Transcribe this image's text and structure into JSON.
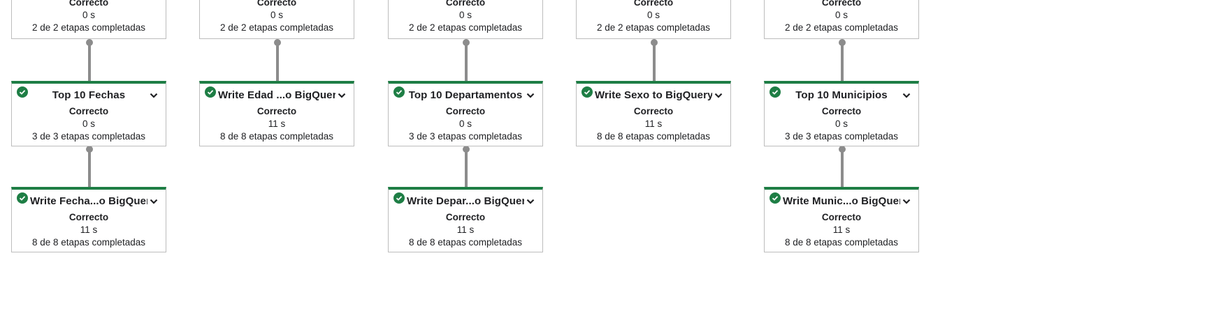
{
  "icons": {
    "status": "check-circle-icon",
    "expand": "chevron-down-icon"
  },
  "colors": {
    "success": "#1e7e45",
    "connector": "#8c8c8c",
    "border": "#bdbdbd"
  },
  "top_cards": [
    {
      "status": "Correcto",
      "duration": "0 s",
      "steps": "2 de 2 etapas completadas"
    },
    {
      "status": "Correcto",
      "duration": "0 s",
      "steps": "2 de 2 etapas completadas"
    },
    {
      "status": "Correcto",
      "duration": "0 s",
      "steps": "2 de 2 etapas completadas"
    },
    {
      "status": "Correcto",
      "duration": "0 s",
      "steps": "2 de 2 etapas completadas"
    },
    {
      "status": "Correcto",
      "duration": "0 s",
      "steps": "2 de 2 etapas completadas"
    }
  ],
  "middle_cards": [
    {
      "title": "Top 10 Fechas",
      "status": "Correcto",
      "duration": "0 s",
      "steps": "3 de 3 etapas completadas"
    },
    {
      "title": "Write Edad ...o BigQuery",
      "status": "Correcto",
      "duration": "11 s",
      "steps": "8 de 8 etapas completadas"
    },
    {
      "title": "Top 10 Departamentos",
      "status": "Correcto",
      "duration": "0 s",
      "steps": "3 de 3 etapas completadas"
    },
    {
      "title": "Write Sexo to BigQuery",
      "status": "Correcto",
      "duration": "11 s",
      "steps": "8 de 8 etapas completadas"
    },
    {
      "title": "Top 10 Municipios",
      "status": "Correcto",
      "duration": "0 s",
      "steps": "3 de 3 etapas completadas"
    }
  ],
  "bottom_cards": [
    {
      "title": "Write Fecha...o BigQuery",
      "status": "Correcto",
      "duration": "11 s",
      "steps": "8 de 8 etapas completadas"
    },
    {
      "title": "Write Depar...o BigQuery",
      "status": "Correcto",
      "duration": "11 s",
      "steps": "8 de 8 etapas completadas"
    },
    {
      "title": "Write Munic...o BigQuery",
      "status": "Correcto",
      "duration": "11 s",
      "steps": "8 de 8 etapas completadas"
    }
  ]
}
